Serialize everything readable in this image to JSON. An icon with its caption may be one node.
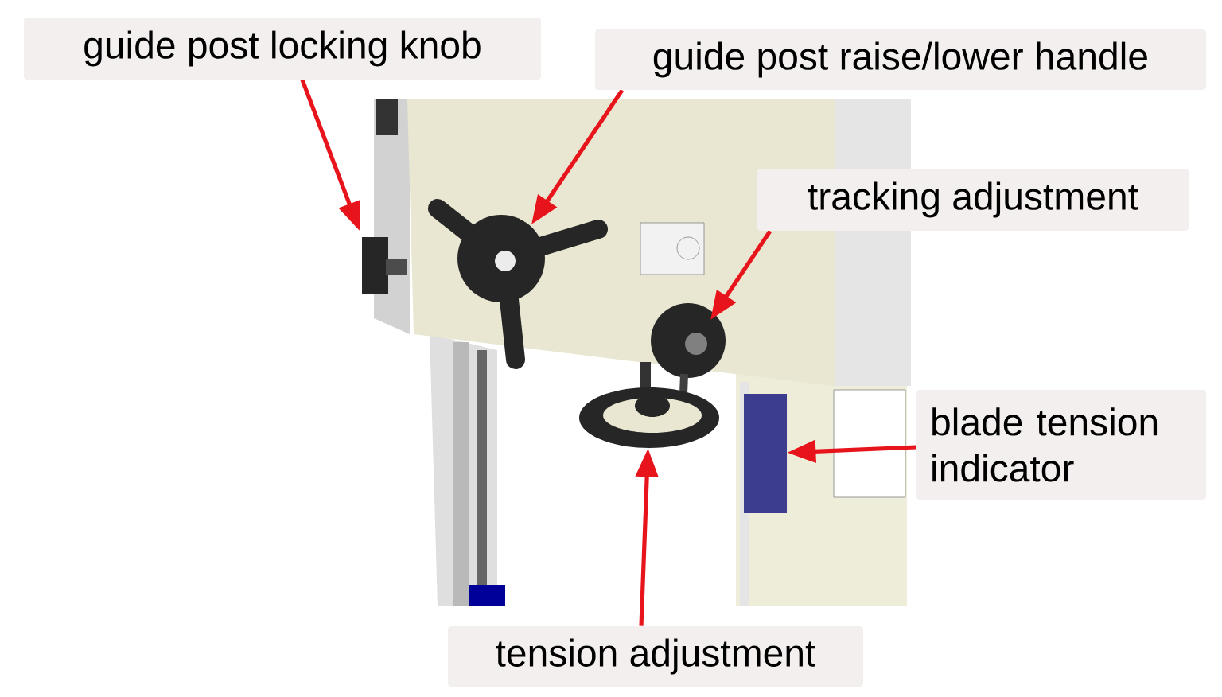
{
  "diagram": {
    "nodes": [
      {
        "text": [
          "guide post locking knob"
        ]
      },
      {
        "text": [
          "guide post raise/lower handle"
        ]
      },
      {
        "text": [
          "tracking adjustment"
        ]
      },
      {
        "text": [
          "blade tension indicator"
        ]
      },
      {
        "text": [
          "tension adjustment"
        ]
      },
      {
        "text": [],
        "shape": "box"
      },
      {
        "text": [],
        "shape": "picture"
      }
    ],
    "edges": [
      {
        "from": 0,
        "to": null,
        "arrow": "to"
      },
      {
        "from": 1,
        "to": null,
        "arrow": "to"
      },
      {
        "from": 2,
        "to": null,
        "arrow": "to"
      },
      {
        "from": 3,
        "to": 5,
        "arrow": "to"
      },
      {
        "from": 4,
        "to": 6,
        "arrow": "to"
      }
    ]
  }
}
